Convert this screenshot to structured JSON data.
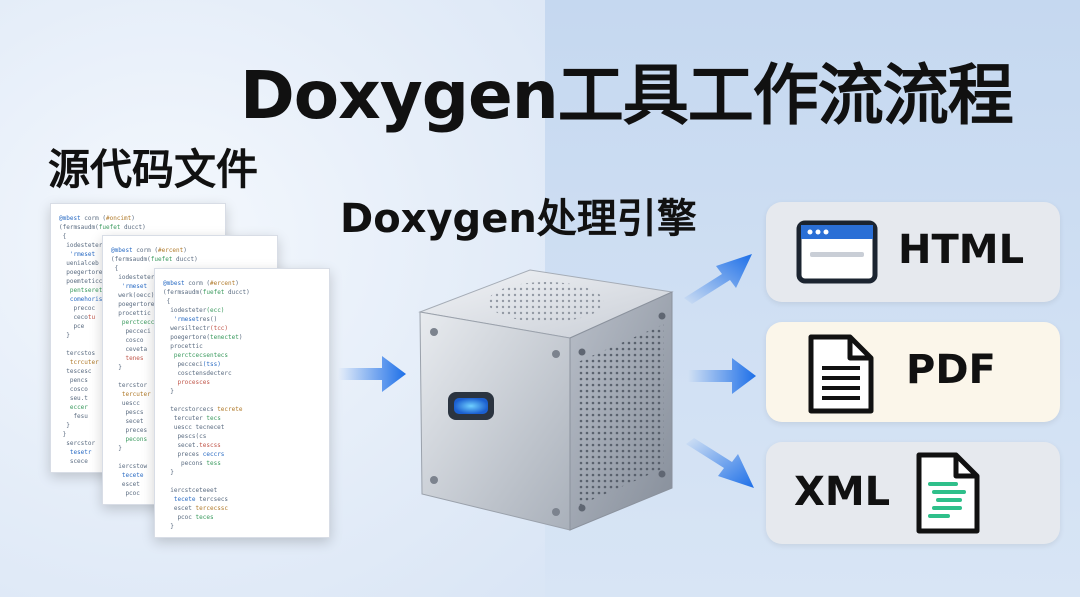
{
  "title": "Doxygen工具工作流流程",
  "source": {
    "label": "源代码文件"
  },
  "engine": {
    "label": "Doxygen处理引擎"
  },
  "outputs": [
    {
      "label": "HTML",
      "icon": "browser-window-icon"
    },
    {
      "label": "PDF",
      "icon": "document-icon"
    },
    {
      "label": "XML",
      "icon": "xml-file-icon"
    }
  ],
  "colors": {
    "arrow": "#1d6fe8",
    "title": "#111111",
    "html_box": "#e6e9ee",
    "pdf_box": "#fbf6ea",
    "xml_box": "#e6e9ee",
    "browser_bar": "#2a6fd6",
    "xml_lines": "#2fbf8a"
  }
}
